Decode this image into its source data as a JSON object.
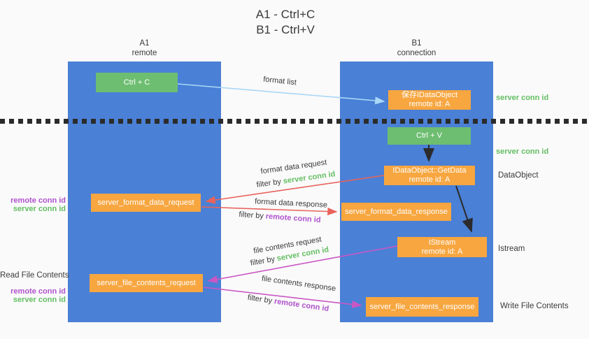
{
  "title": {
    "line1": "A1 - Ctrl+C",
    "line2": "B1 - Ctrl+V"
  },
  "lanes": {
    "left": {
      "name": "A1",
      "role": "remote"
    },
    "right": {
      "name": "B1",
      "role": "connection"
    }
  },
  "nodes": {
    "ctrl_c": {
      "label": "Ctrl + C"
    },
    "save_dataobject": {
      "line1": "保存IDataObject",
      "line2": "remote id: A"
    },
    "ctrl_v": {
      "label": "Ctrl + V"
    },
    "getdata": {
      "line1": "IDataObject::GetData",
      "line2": "remote id: A"
    },
    "server_format_data_request": {
      "label": "server_format_data_request"
    },
    "server_format_data_response": {
      "label": "server_format_data_response"
    },
    "istream": {
      "line1": "IStream",
      "line2": "remote id: A"
    },
    "server_file_contents_request": {
      "label": "server_file_contents_request"
    },
    "server_file_contents_response": {
      "label": "server_file_contents_response"
    }
  },
  "edges": {
    "format_list": {
      "label": "format list"
    },
    "format_data_request": {
      "label": "format data request",
      "filter_prefix": "filter by",
      "filter_key": "server conn id"
    },
    "format_data_response": {
      "label": "format data response",
      "filter_prefix": "filter by",
      "filter_key": "remote conn id"
    },
    "file_contents_request": {
      "label": "file contents request",
      "filter_prefix": "filter by",
      "filter_key": "server conn id"
    },
    "file_contents_response": {
      "label": "file contents response",
      "filter_prefix": "filter by",
      "filter_key": "remote conn id"
    }
  },
  "side_labels": {
    "server_conn_id_top": "server conn id",
    "server_conn_id_mid": "server conn id",
    "dataobject": "DataObject",
    "istream": "Istream",
    "write_file_contents": "Write File Contents",
    "read_file_contents": "Read File Contents",
    "format_remote_conn_id": "remote conn id",
    "format_server_conn_id": "server conn id",
    "file_remote_conn_id": "remote conn id",
    "file_server_conn_id": "server conn id"
  },
  "colors": {
    "background": "#FAFAFA",
    "lane_blue": "#4A80D6",
    "node_orange": "#F7A640",
    "node_green": "#6EBE71",
    "text_green": "#64BE64",
    "text_purple": "#AF52CC",
    "arrow_red": "#E8635C",
    "arrow_magenta": "#C957C3",
    "arrow_blue": "#A9D7F5",
    "arrow_black": "#2B2B2B"
  }
}
